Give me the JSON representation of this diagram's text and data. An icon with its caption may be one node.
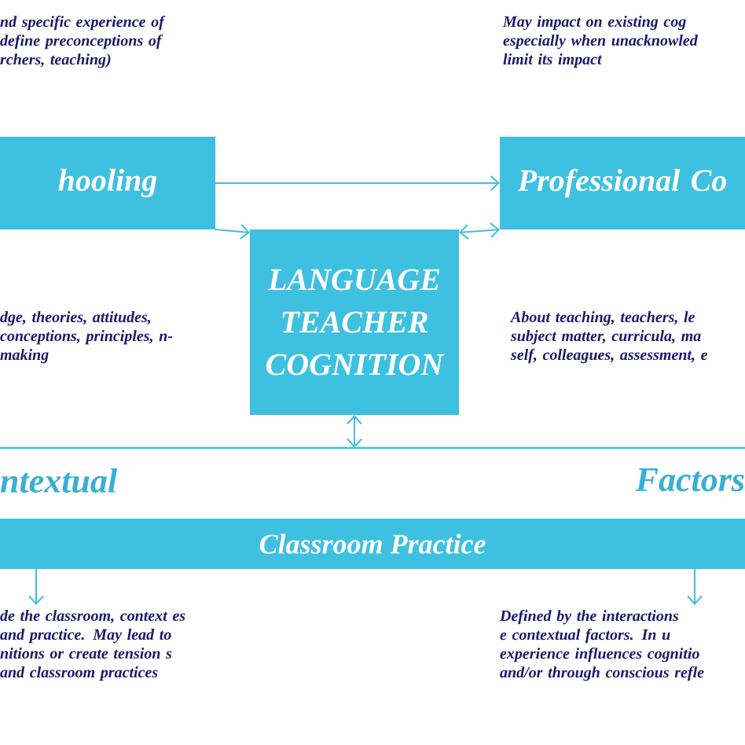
{
  "diagram": {
    "nodes": [
      {
        "text": [
          "hooling"
        ]
      },
      {
        "text": [
          "Professional Co"
        ]
      },
      {
        "text": [
          "LANGUAGE TEACHER COGNITION"
        ]
      },
      {
        "text": [
          "ntextual",
          "Factors"
        ]
      },
      {
        "text": [
          "Classroom Practice"
        ]
      },
      {
        "text": [
          "de the classroom, context es and practice. May lead to nitions or create tension s and classroom practices"
        ]
      },
      {
        "text": [
          "Defined by the interactions e contextual factors. In u experience influences cognitio and/or through conscious refle"
        ]
      }
    ],
    "edges": [
      {
        "from": 0,
        "to": 1,
        "arrow": "to"
      },
      {
        "from": 0,
        "to": 2,
        "arrow": "to"
      },
      {
        "from": 2,
        "to": 1,
        "arrow": "both"
      },
      {
        "from": 2,
        "to": 3,
        "arrow": "both"
      },
      {
        "from": 4,
        "to": 5,
        "arrow": "to"
      },
      {
        "from": 4,
        "to": 6,
        "arrow": "to"
      }
    ],
    "labels": [
      "nd specific experience of define preconceptions of rchers, teaching)",
      "May impact on existing cog especially when unacknowled limit its impact",
      "dge, theories, attitudes, conceptions, principles, n-making",
      "About teaching, teachers, le subject matter, curricula, ma self, colleagues, assessment, e"
    ]
  }
}
